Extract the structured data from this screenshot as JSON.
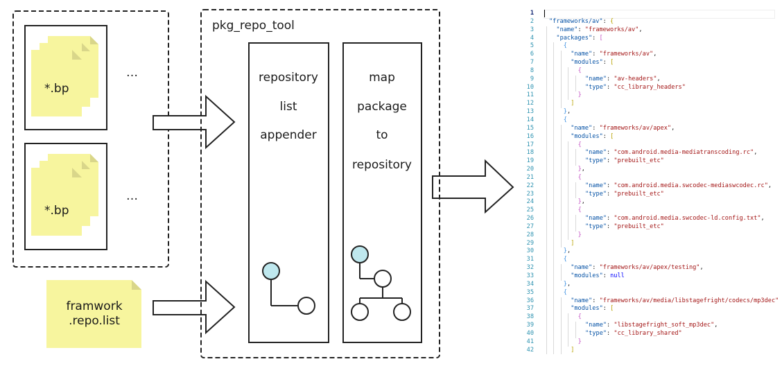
{
  "diagram": {
    "bp_label": "*.bp",
    "ellipsis": "…",
    "tool_title": "pkg_repo_tool",
    "appender_label": [
      "repository",
      "list",
      "appender"
    ],
    "map_label": [
      "map",
      "package",
      "to",
      "repository"
    ],
    "repo_list_label": [
      "framwork",
      ".repo.list"
    ],
    "colors": {
      "note_fill": "#f7f59e",
      "note_fold": "#d9d68a",
      "node_fill": "#bfe8ee",
      "stroke": "#222222"
    }
  },
  "code_lines": [
    {
      "indent": 0,
      "tokens": []
    },
    {
      "indent": 1,
      "tokens": [
        [
          "k",
          "\"frameworks/av\""
        ],
        [
          "p",
          ": "
        ],
        [
          "b1",
          "{"
        ]
      ]
    },
    {
      "indent": 2,
      "tokens": [
        [
          "k",
          "\"name\""
        ],
        [
          "p",
          ": "
        ],
        [
          "s",
          "\"frameworks/av\""
        ],
        [
          "p",
          ","
        ]
      ]
    },
    {
      "indent": 2,
      "tokens": [
        [
          "k",
          "\"packages\""
        ],
        [
          "p",
          ": "
        ],
        [
          "b2",
          "["
        ]
      ]
    },
    {
      "indent": 3,
      "tokens": [
        [
          "b3",
          "{"
        ]
      ]
    },
    {
      "indent": 4,
      "tokens": [
        [
          "k",
          "\"name\""
        ],
        [
          "p",
          ": "
        ],
        [
          "s",
          "\"frameworks/av\""
        ],
        [
          "p",
          ","
        ]
      ]
    },
    {
      "indent": 4,
      "tokens": [
        [
          "k",
          "\"modules\""
        ],
        [
          "p",
          ": "
        ],
        [
          "b1",
          "["
        ]
      ]
    },
    {
      "indent": 5,
      "tokens": [
        [
          "b2",
          "{"
        ]
      ]
    },
    {
      "indent": 6,
      "tokens": [
        [
          "k",
          "\"name\""
        ],
        [
          "p",
          ": "
        ],
        [
          "s",
          "\"av-headers\""
        ],
        [
          "p",
          ","
        ]
      ]
    },
    {
      "indent": 6,
      "tokens": [
        [
          "k",
          "\"type\""
        ],
        [
          "p",
          ": "
        ],
        [
          "s",
          "\"cc_library_headers\""
        ]
      ]
    },
    {
      "indent": 5,
      "tokens": [
        [
          "b2",
          "}"
        ]
      ]
    },
    {
      "indent": 4,
      "tokens": [
        [
          "b1",
          "]"
        ]
      ]
    },
    {
      "indent": 3,
      "tokens": [
        [
          "b3",
          "}"
        ],
        [
          "p",
          ","
        ]
      ]
    },
    {
      "indent": 3,
      "tokens": [
        [
          "b3",
          "{"
        ]
      ]
    },
    {
      "indent": 4,
      "tokens": [
        [
          "k",
          "\"name\""
        ],
        [
          "p",
          ": "
        ],
        [
          "s",
          "\"frameworks/av/apex\""
        ],
        [
          "p",
          ","
        ]
      ]
    },
    {
      "indent": 4,
      "tokens": [
        [
          "k",
          "\"modules\""
        ],
        [
          "p",
          ": "
        ],
        [
          "b1",
          "["
        ]
      ]
    },
    {
      "indent": 5,
      "tokens": [
        [
          "b2",
          "{"
        ]
      ]
    },
    {
      "indent": 6,
      "tokens": [
        [
          "k",
          "\"name\""
        ],
        [
          "p",
          ": "
        ],
        [
          "s",
          "\"com.android.media-mediatranscoding.rc\""
        ],
        [
          "p",
          ","
        ]
      ]
    },
    {
      "indent": 6,
      "tokens": [
        [
          "k",
          "\"type\""
        ],
        [
          "p",
          ": "
        ],
        [
          "s",
          "\"prebuilt_etc\""
        ]
      ]
    },
    {
      "indent": 5,
      "tokens": [
        [
          "b2",
          "}"
        ],
        [
          "p",
          ","
        ]
      ]
    },
    {
      "indent": 5,
      "tokens": [
        [
          "b2",
          "{"
        ]
      ]
    },
    {
      "indent": 6,
      "tokens": [
        [
          "k",
          "\"name\""
        ],
        [
          "p",
          ": "
        ],
        [
          "s",
          "\"com.android.media.swcodec-mediaswcodec.rc\""
        ],
        [
          "p",
          ","
        ]
      ]
    },
    {
      "indent": 6,
      "tokens": [
        [
          "k",
          "\"type\""
        ],
        [
          "p",
          ": "
        ],
        [
          "s",
          "\"prebuilt_etc\""
        ]
      ]
    },
    {
      "indent": 5,
      "tokens": [
        [
          "b2",
          "}"
        ],
        [
          "p",
          ","
        ]
      ]
    },
    {
      "indent": 5,
      "tokens": [
        [
          "b2",
          "{"
        ]
      ]
    },
    {
      "indent": 6,
      "tokens": [
        [
          "k",
          "\"name\""
        ],
        [
          "p",
          ": "
        ],
        [
          "s",
          "\"com.android.media.swcodec-ld.config.txt\""
        ],
        [
          "p",
          ","
        ]
      ]
    },
    {
      "indent": 6,
      "tokens": [
        [
          "k",
          "\"type\""
        ],
        [
          "p",
          ": "
        ],
        [
          "s",
          "\"prebuilt_etc\""
        ]
      ]
    },
    {
      "indent": 5,
      "tokens": [
        [
          "b2",
          "}"
        ]
      ]
    },
    {
      "indent": 4,
      "tokens": [
        [
          "b1",
          "]"
        ]
      ]
    },
    {
      "indent": 3,
      "tokens": [
        [
          "b3",
          "}"
        ],
        [
          "p",
          ","
        ]
      ]
    },
    {
      "indent": 3,
      "tokens": [
        [
          "b3",
          "{"
        ]
      ]
    },
    {
      "indent": 4,
      "tokens": [
        [
          "k",
          "\"name\""
        ],
        [
          "p",
          ": "
        ],
        [
          "s",
          "\"frameworks/av/apex/testing\""
        ],
        [
          "p",
          ","
        ]
      ]
    },
    {
      "indent": 4,
      "tokens": [
        [
          "k",
          "\"modules\""
        ],
        [
          "p",
          ": "
        ],
        [
          "n",
          "null"
        ]
      ]
    },
    {
      "indent": 3,
      "tokens": [
        [
          "b3",
          "}"
        ],
        [
          "p",
          ","
        ]
      ]
    },
    {
      "indent": 3,
      "tokens": [
        [
          "b3",
          "{"
        ]
      ]
    },
    {
      "indent": 4,
      "tokens": [
        [
          "k",
          "\"name\""
        ],
        [
          "p",
          ": "
        ],
        [
          "s",
          "\"frameworks/av/media/libstagefright/codecs/mp3dec\""
        ],
        [
          "p",
          ","
        ]
      ]
    },
    {
      "indent": 4,
      "tokens": [
        [
          "k",
          "\"modules\""
        ],
        [
          "p",
          ": "
        ],
        [
          "b1",
          "["
        ]
      ]
    },
    {
      "indent": 5,
      "tokens": [
        [
          "b2",
          "{"
        ]
      ]
    },
    {
      "indent": 6,
      "tokens": [
        [
          "k",
          "\"name\""
        ],
        [
          "p",
          ": "
        ],
        [
          "s",
          "\"libstagefright_soft_mp3dec\""
        ],
        [
          "p",
          ","
        ]
      ]
    },
    {
      "indent": 6,
      "tokens": [
        [
          "k",
          "\"type\""
        ],
        [
          "p",
          ": "
        ],
        [
          "s",
          "\"cc_library_shared\""
        ]
      ]
    },
    {
      "indent": 5,
      "tokens": [
        [
          "b2",
          "}"
        ]
      ]
    },
    {
      "indent": 4,
      "tokens": [
        [
          "b1",
          "]"
        ]
      ]
    }
  ]
}
